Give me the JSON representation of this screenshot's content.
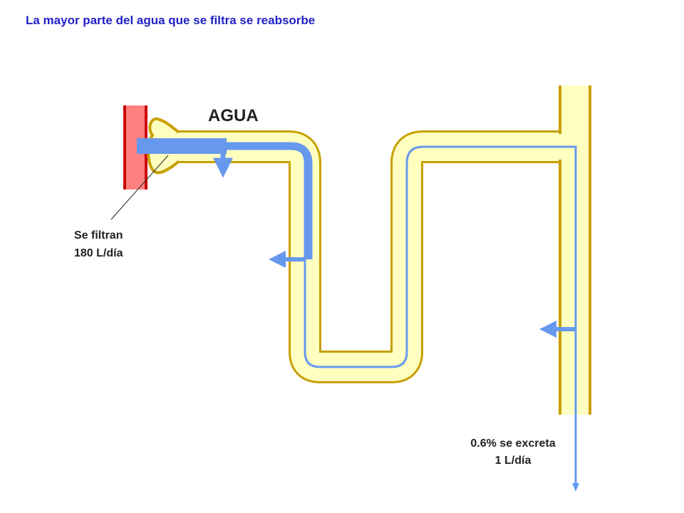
{
  "title": "La mayor parte del agua que se filtra se reabsorbe",
  "labels": {
    "water": "AGUA",
    "filtered_line1": "Se filtran",
    "filtered_line2": "180 L/día",
    "excreted_line1": "0.6% se excreta",
    "excreted_line2": "1 L/día"
  },
  "colors": {
    "title": "#1f1fc8",
    "tubule_fill": "#ffffc0",
    "tubule_outline": "#c8a000",
    "water_flow": "#6699ee",
    "blood_vessel": "#ff8080",
    "blood_vessel_edge": "#cc0000"
  }
}
